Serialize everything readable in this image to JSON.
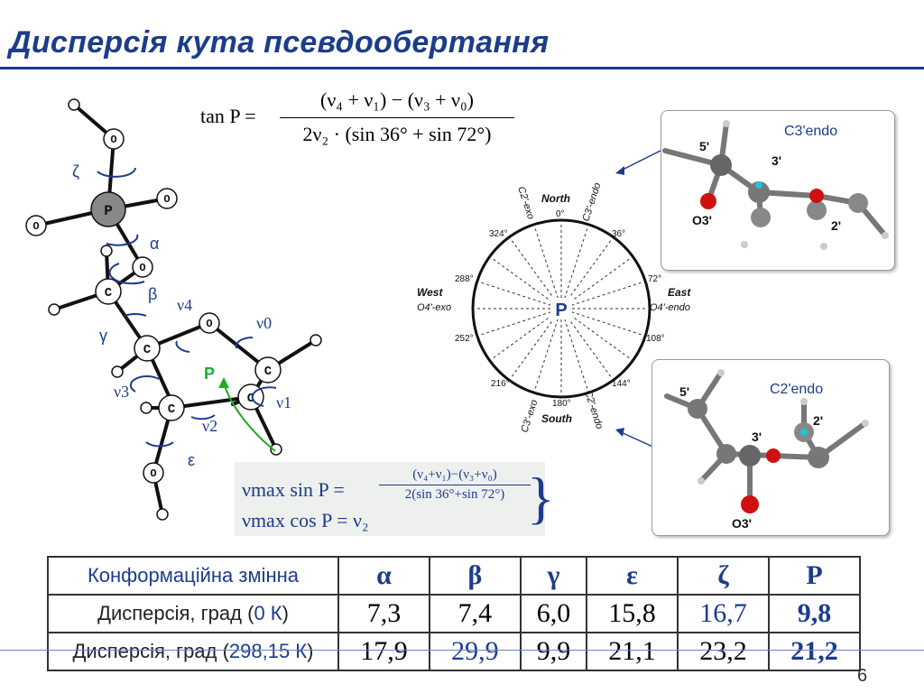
{
  "title": "Дисперсія кута псевдообертання",
  "page_number": "6",
  "formula_top": {
    "lhs": "tan P =",
    "numerator": "(ν₄ + ν₁) − (ν₃ + ν₀)",
    "denominator": "2ν₂ · (sin 36° + sin 72°)"
  },
  "formula_box": {
    "line1": "νmax sin P =",
    "frac_num": "(ν₄+ν₁)−(ν₃+ν₀)",
    "frac_den": "2(sin 36°+sin 72°)",
    "line2": "νmax cos P = ν₂"
  },
  "molecule": {
    "atoms": {
      "O": "O",
      "P": "P",
      "C": "C"
    },
    "labels": {
      "zeta": "ζ",
      "alpha": "α",
      "beta": "β",
      "gamma": "γ",
      "epsilon": "ε",
      "nu0": "ν0",
      "nu1": "ν1",
      "nu2": "ν2",
      "nu3": "ν3",
      "nu4": "ν4",
      "p": "P"
    }
  },
  "wheel": {
    "center": "P",
    "north": "North",
    "south": "South",
    "east": "East",
    "west": "West",
    "east_sub": "O4'-endo",
    "west_sub": "O4'-exo",
    "c3_endo": "C3'-endo",
    "c2_exo": "C2'-exo",
    "c2_endo": "C2'-endo",
    "c3_exo": "C3'-exo",
    "deg": {
      "d0": "0°",
      "d36": "36°",
      "d72": "72°",
      "d108": "108°",
      "d144": "144°",
      "d180": "180°",
      "d216": "216°",
      "d252": "252°",
      "d288": "288°",
      "d324": "324°"
    }
  },
  "inset_top": {
    "label": "C3'endo",
    "atoms": {
      "a5": "5'",
      "a3": "3'",
      "a2": "2'",
      "o3": "O3'"
    }
  },
  "inset_bottom": {
    "label": "C2'endo",
    "atoms": {
      "a5": "5'",
      "a3": "3'",
      "a2": "2'",
      "o3": "O3'"
    }
  },
  "table": {
    "header": "Конформаційна змінна",
    "columns": [
      "α",
      "β",
      "γ",
      "ε",
      "ζ",
      "P"
    ],
    "row1": {
      "label_a": "Дисперсія, град (",
      "label_b": "0 К",
      "label_c": ")",
      "values": [
        "7,3",
        "7,4",
        "6,0",
        "15,8",
        "16,7",
        "9,8"
      ]
    },
    "row2": {
      "label_a": "Дисперсія, град (",
      "label_b": "298,15 К",
      "label_c": ")",
      "values": [
        "17,9",
        "29,9",
        "9,9",
        "21,1",
        "23,2",
        "21,2"
      ]
    }
  },
  "colors": {
    "accent_blue": "#1c3c8c",
    "arrow_green": "#22aa22",
    "p_green": "#19b033",
    "oxygen_red": "#d01010",
    "carbon_gray": "#8a8a8a"
  }
}
